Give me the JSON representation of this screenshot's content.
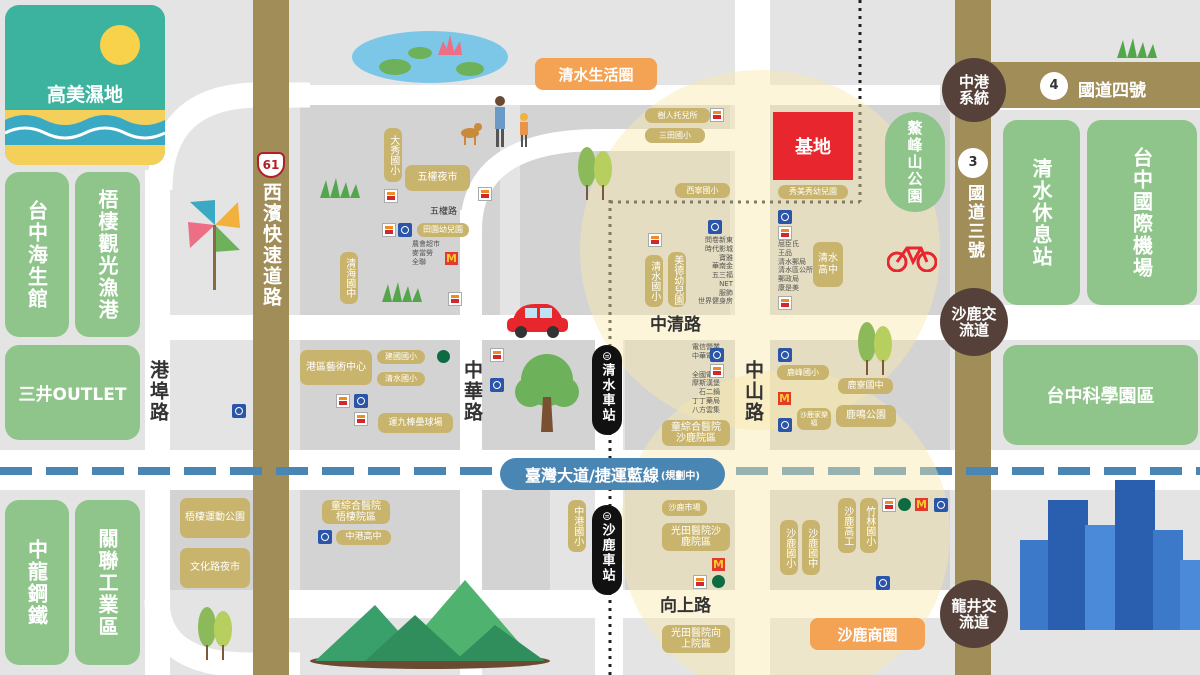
{
  "map": {
    "areas": {
      "wetland": "高美濕地",
      "aquarium": "台中海生館",
      "fishing_port": "梧棲觀光漁港",
      "outlet": "三井OUTLET",
      "steel": "中龍鋼鐵",
      "industrial": "關聯工業區",
      "rest_stop": "清水休息站",
      "airport": "台中國際機場",
      "science_park": "台中科學園區",
      "aofeng_park": "鰲峰山公園",
      "site": "基地"
    },
    "roads": {
      "west_coast": "西濱快速道路",
      "west_coast_no": "61",
      "gangbu": "港埠路",
      "zhonghua": "中華路",
      "zhongshan": "中山路",
      "zhongqing": "中清路",
      "xiangshang": "向上路",
      "wuquan": "五權路",
      "taiwan_blvd": "臺灣大道/捷運藍線",
      "taiwan_blvd_note": "(規劃中)",
      "freeway3": "國道三號",
      "freeway3_no": "3",
      "freeway4": "國道四號",
      "freeway4_no": "4"
    },
    "interchanges": {
      "zhonggang": "中港系統",
      "shalu": "沙鹿交流道",
      "longjing": "龍井交流道"
    },
    "stations": {
      "qingshui": "清水車站",
      "shalu": "沙鹿車站"
    },
    "circles": {
      "qingshui_life": "清水生活圈",
      "shalu_business": "沙鹿商圈"
    },
    "poi": {
      "wuquan_market": "五權夜市",
      "daxiu": "大秀國小",
      "qingshui_jh": "清海國中",
      "tianyuan_kg": "田園幼兒園",
      "shuren_kg": "樹人托兒所",
      "santian": "三田國小",
      "xining": "西寧國小",
      "xiumei_kg": "秀美秀幼兒園",
      "qingshui_shs": "清水高中",
      "qingshui_es": "清水國小",
      "meide_kg": "美德幼兒園",
      "harbor_art": "港區藝術中心",
      "jianguo": "建國國小",
      "qingshui_es2": "清水國小",
      "yunjiu": "運九棒壘球場",
      "lufeng": "鹿峰國小",
      "luliao": "鹿寮國中",
      "luming": "鹿鳴公園",
      "tongxin_hosp": "童綜合醫院沙鹿院區",
      "tongxin_wuqi": "童綜合醫院梧棲院區",
      "zhonggang_shs": "中港高中",
      "wuqi_sports": "梧棲運動公園",
      "wenhua_market": "文化路夜市",
      "zhonggang_es": "中港國小",
      "shalu_market": "沙鹿市場",
      "guangtian_hosp": "光田醫院沙鹿院區",
      "shalu_es": "沙鹿國小",
      "shalu_jh": "沙鹿國中",
      "shalu_vs": "沙鹿高工",
      "zhulin": "竹林國小",
      "guangtian_xiangshang": "光田醫院向上院區",
      "shalu_fubang": "沙鹿家樂福"
    },
    "small_lists": {
      "qingshui_stores": [
        "屈臣氏",
        "王品",
        "清水郵局",
        "清水區公所",
        "郵政局",
        "康是美"
      ],
      "zhongqing_stores": [
        "問卷新東",
        "時代影城",
        "寶雅",
        "華南金",
        "五三福",
        "NET",
        "服飾",
        "世界健身房"
      ],
      "wuquan_stores": [
        "農會超市",
        "麥當勞",
        "全聯"
      ],
      "zhongshan_stores": [
        "電信營業",
        "中華電信",
        "全國電子",
        "摩斯漢堡",
        "石二鍋",
        "丁丁藥局",
        "八方雲集"
      ]
    }
  }
}
